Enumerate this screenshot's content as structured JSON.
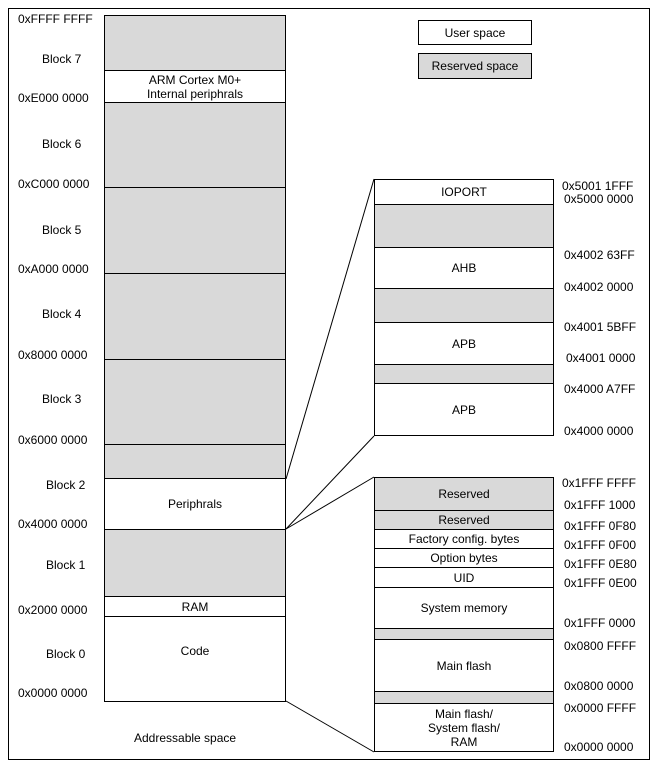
{
  "legend": {
    "user_space": "User space",
    "reserved_space": "Reserved space"
  },
  "main_map": {
    "addresses": [
      "0xFFFF FFFF",
      "0xE000 0000",
      "0xC000 0000",
      "0xA000 0000",
      "0x8000 0000",
      "0x6000 0000",
      "0x4000 0000",
      "0x2000 0000",
      "0x0000 0000"
    ],
    "blocks": [
      "Block 7",
      "Block 6",
      "Block 5",
      "Block 4",
      "Block 3",
      "Block 2",
      "Block 1",
      "Block 0"
    ],
    "regions": {
      "arm_line1": "ARM Cortex M0+",
      "arm_line2": "Internal periphrals",
      "peripherals": "Periphrals",
      "ram": "RAM",
      "code": "Code"
    },
    "caption": "Addressable space"
  },
  "peripheral_map": {
    "regions": [
      "IOPORT",
      "AHB",
      "APB",
      "APB"
    ],
    "addresses": [
      "0x5001 1FFF",
      "0x5000 0000",
      "0x4002 63FF",
      "0x4002 0000",
      "0x4001 5BFF",
      "0x4001 0000",
      "0x4000 A7FF",
      "0x4000 0000"
    ]
  },
  "memory_map": {
    "regions": {
      "reserved_1": "Reserved",
      "reserved_2": "Reserved",
      "factory_config": "Factory config. bytes",
      "option_bytes": "Option bytes",
      "uid": "UID",
      "system_memory": "System memory",
      "main_flash": "Main flash",
      "alias_line1": "Main flash/",
      "alias_line2": "System flash/",
      "alias_line3": "RAM"
    },
    "addresses": [
      "0x1FFF FFFF",
      "0x1FFF 1000",
      "0x1FFF 0F80",
      "0x1FFF 0F00",
      "0x1FFF 0E80",
      "0x1FFF 0E00",
      "0x1FFF 0000",
      "0x0800 FFFF",
      "0x0800 0000",
      "0x0000 FFFF",
      "0x0000 0000"
    ]
  }
}
